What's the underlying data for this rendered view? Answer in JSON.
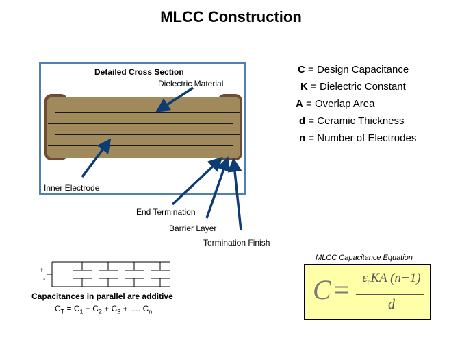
{
  "title": "MLCC Construction",
  "cross_section": {
    "heading": "Detailed Cross  Section",
    "dielectric_label": "Dielectric Material",
    "inner_electrode_label": "Inner  Electrode",
    "end_termination_label": "End Termination",
    "barrier_layer_label": "Barrier  Layer",
    "termination_finish_label": "Termination  Finish"
  },
  "legend": [
    {
      "symbol": "C",
      "text": " = Design Capacitance"
    },
    {
      "symbol": "K",
      "text": " = Dielectric Constant"
    },
    {
      "symbol": "A",
      "text": " = Overlap Area"
    },
    {
      "symbol": "d",
      "text": " = Ceramic Thickness"
    },
    {
      "symbol": "n",
      "text": " = Number of Electrodes"
    }
  ],
  "equation": {
    "caption": "MLCC Capacitance Equation",
    "lhs": "C",
    "equals": "=",
    "numerator": "KA",
    "epsilon": "ε",
    "epsilon_sub": "0",
    "paren": "(n−1)",
    "denominator": "d"
  },
  "parallel": {
    "plus": "+",
    "minus": "-",
    "caption": "Capacitances in parallel are additive",
    "formula_prefix": "C",
    "formula_sub_t": "T",
    "formula_terms": [
      {
        "op": " = C",
        "sub": "1"
      },
      {
        "op": " + C",
        "sub": "2"
      },
      {
        "op": " + C",
        "sub": "3"
      },
      {
        "op": " + …. C",
        "sub": "n"
      }
    ]
  },
  "colors": {
    "frame": "#4f7fb3",
    "arrow": "#0d3c74",
    "body": "#a08a5c",
    "termination": "#6e4b35",
    "equation_bg": "#ffffa8"
  }
}
